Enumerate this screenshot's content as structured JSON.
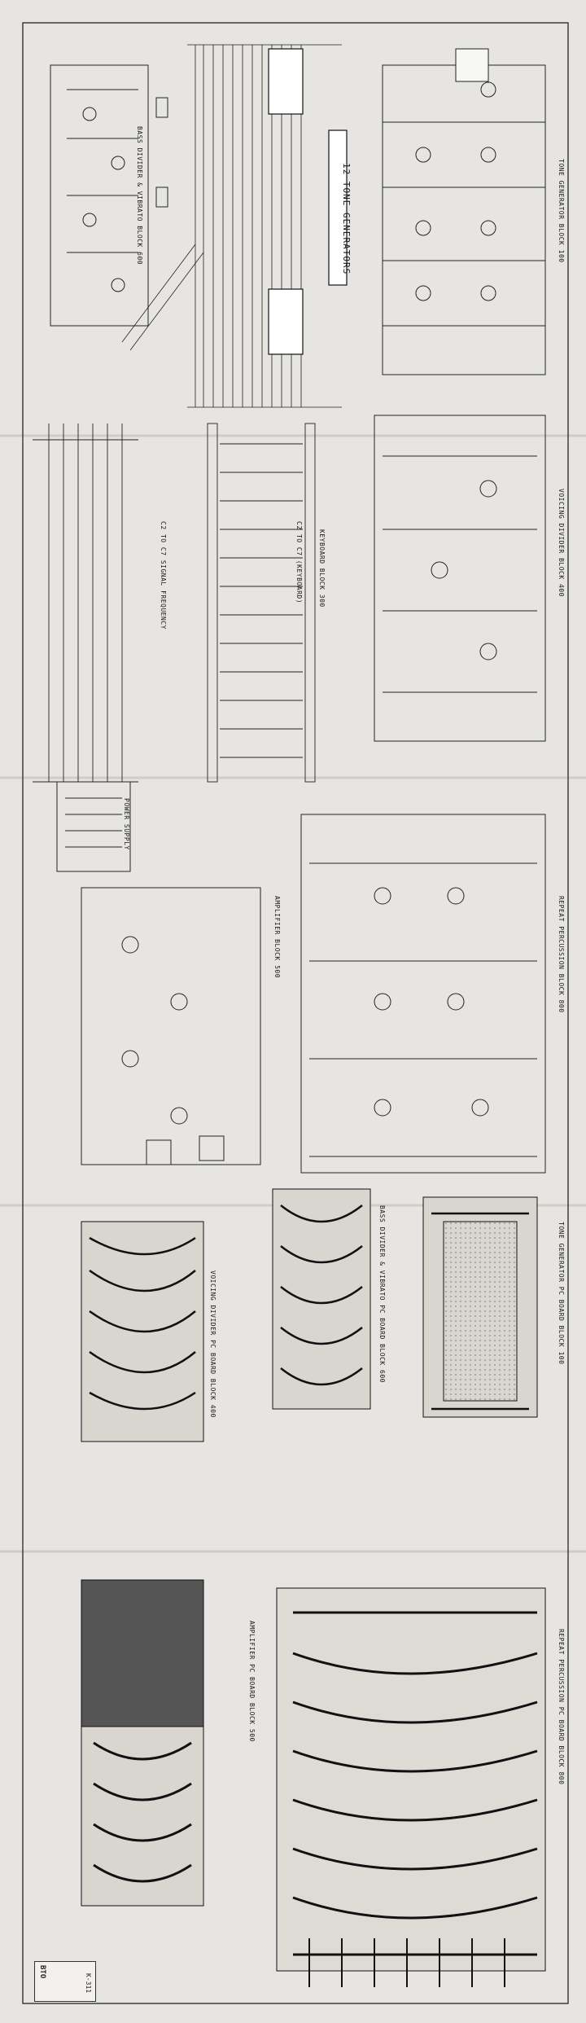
{
  "sections": {
    "bass_divider": "BASS DIVIDER & VIBRATO BLOCK 600",
    "tone_generator_12": "12 TONE GENERATORS",
    "tone_generator_block": "TONE GENERATOR BLOCK 100",
    "voicing_divider": "VOICING DIVIDER BLOCK 400",
    "keyboard_block": "KEYBOARD BLOCK 300",
    "keyboard_c2": "C2 TO C7 (KEYBOARD)",
    "frequency": "C2 TO C7 SIGNAL FREQUENCY",
    "power_supply": "POWER SUPPLY",
    "amplifier_block": "AMPLIFIER BLOCK 500",
    "repeat_percussion": "REPEAT PERCUSSION BLOCK 800",
    "voicing_pc_board": "VOICING DIVIDER PC BOARD BLOCK 400",
    "bass_pc_board": "BASS DIVIDER & VIBRATO PC BOARD BLOCK 600",
    "tone_gen_pc_board": "TONE GENERATOR PC BOARD BLOCK 100",
    "amplifier_pc_board": "AMPLIFIER PC BOARD BLOCK 500",
    "repeat_pc_board": "REPEAT PERCUSSION PC BOARD BLOCK 800"
  },
  "title_block": {
    "brand": "BTO",
    "drawing_no": "K-311"
  }
}
